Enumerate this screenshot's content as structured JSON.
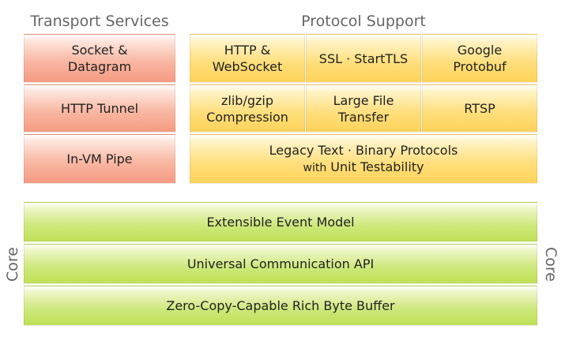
{
  "transport": {
    "title": "Transport Services",
    "items": [
      "Socket &",
      "Datagram",
      "HTTP Tunnel",
      "In-VM Pipe"
    ]
  },
  "protocol": {
    "title": "Protocol Support",
    "http_ws": [
      "HTTP &",
      "WebSocket"
    ],
    "ssl": "SSL · StartTLS",
    "protobuf": [
      "Google",
      "Protobuf"
    ],
    "zlib": [
      "zlib/gzip",
      "Compression"
    ],
    "large_file": [
      "Large File",
      "Transfer"
    ],
    "rtsp": "RTSP",
    "legacy": [
      "Legacy Text · Binary Protocols",
      "with",
      "Unit Testability"
    ]
  },
  "core": {
    "label_left": "Core",
    "label_right": "Core",
    "layers": [
      "Extensible Event Model",
      "Universal Communication API",
      "Zero-Copy-Capable Rich Byte Buffer"
    ]
  },
  "colors": {
    "transport": "#f59a82",
    "protocol": "#ffd35a",
    "core": "#bfe055"
  }
}
